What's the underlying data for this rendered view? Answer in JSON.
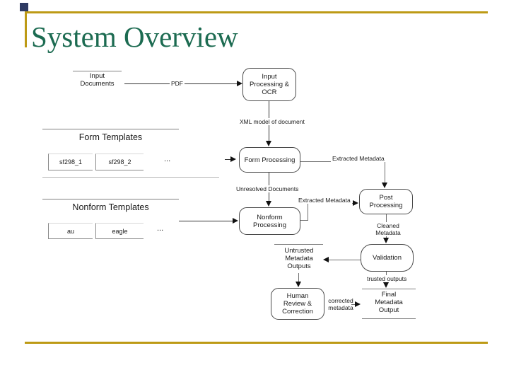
{
  "slide": {
    "title": "System Overview"
  },
  "colors": {
    "accent_gold": "#BD9A15",
    "accent_navy": "#2E3A62",
    "title_green": "#1C6B51"
  },
  "diagram": {
    "stores": {
      "input_documents": "Input\nDocuments",
      "untrusted_outputs": "Untrusted\nMetadata\nOutputs",
      "final_output": "Final\nMetadata\nOutput"
    },
    "templates": {
      "form_heading": "Form Templates",
      "form_items": [
        "sf298_1",
        "sf298_2"
      ],
      "form_more": "...",
      "nonform_heading": "Nonform Templates",
      "nonform_items": [
        "au",
        "eagle"
      ],
      "nonform_more": "..."
    },
    "processes": {
      "input_processing": "Input\nProcessing &\nOCR",
      "form_processing": "Form Processing",
      "nonform_processing": "Nonform\nProcessing",
      "post_processing": "Post\nProcessing",
      "validation": "Validation",
      "human_review": "Human\nReview &\nCorrection"
    },
    "labels": {
      "pdf": "PDF",
      "xml_model": "XML model of document",
      "extracted_metadata_top": "Extracted Metadata",
      "unresolved_documents": "Unresolved Documents",
      "extracted_metadata_mid": "Extracted Metadata",
      "cleaned_metadata": "Cleaned\nMetadata",
      "trusted_outputs": "trusted outputs",
      "corrected_metadata": "corrected\nmetadata"
    }
  }
}
